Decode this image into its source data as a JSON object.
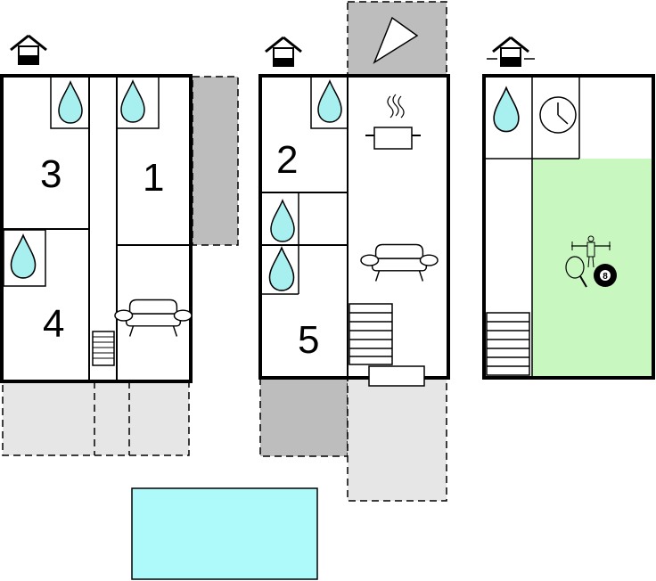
{
  "rooms": [
    {
      "id": "3",
      "label": "3"
    },
    {
      "id": "1",
      "label": "1"
    },
    {
      "id": "4",
      "label": "4"
    },
    {
      "id": "2",
      "label": "2"
    },
    {
      "id": "5",
      "label": "5"
    }
  ],
  "icons": {
    "water": "water-drop-icon",
    "sofa": "sofa-icon",
    "stairs": "stairs-icon",
    "house": "house-level-icon",
    "cooking": "cooking-pot-icon",
    "clock": "clock-icon",
    "billiard": "billiard-ball-icon",
    "table_tennis": "table-tennis-icon",
    "foosball": "foosball-figure-icon",
    "compass": "compass-pointer-icon"
  },
  "billiard_ball_label": "8",
  "colors": {
    "water": "#a8f0f0",
    "pool": "#aefafa",
    "play_area": "#c8f7c0",
    "terrace_light": "#e6e6e6",
    "terrace_dark": "#bdbdbd"
  }
}
